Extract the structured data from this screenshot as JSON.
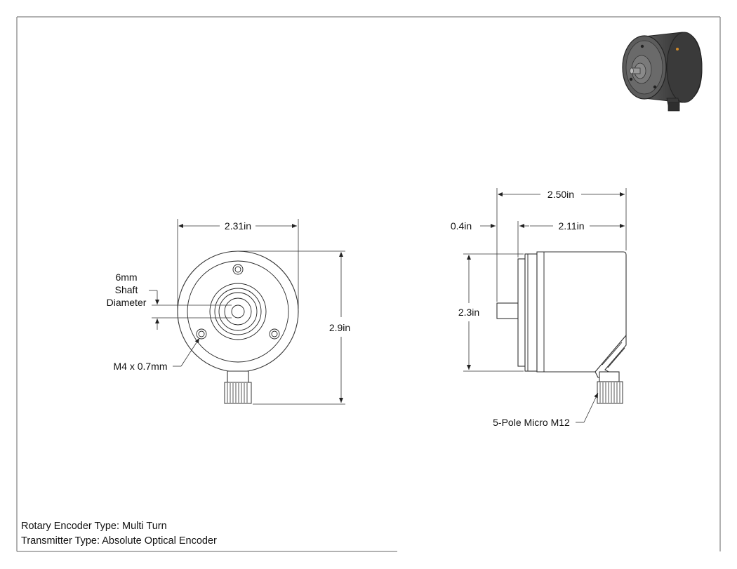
{
  "front_view": {
    "width_label": "2.31in",
    "height_label": "2.9in",
    "shaft_label_line1": "6mm",
    "shaft_label_line2": "Shaft",
    "shaft_label_line3": "Diameter",
    "hole_label": "M4 x 0.7mm"
  },
  "side_view": {
    "overall_length_label": "2.50in",
    "shaft_length_label": "0.4in",
    "body_length_label": "2.11in",
    "diameter_label": "2.3in",
    "connector_label": "5-Pole Micro M12"
  },
  "notes": {
    "encoder_type": "Rotary Encoder Type: Multi Turn",
    "transmitter_type": "Transmitter Type: Absolute Optical Encoder"
  },
  "thumbnail": {
    "icon": "encoder-3d-icon"
  },
  "colors": {
    "line": "#222222",
    "paper": "#ffffff",
    "thumb_body": "#4a4a4a"
  }
}
